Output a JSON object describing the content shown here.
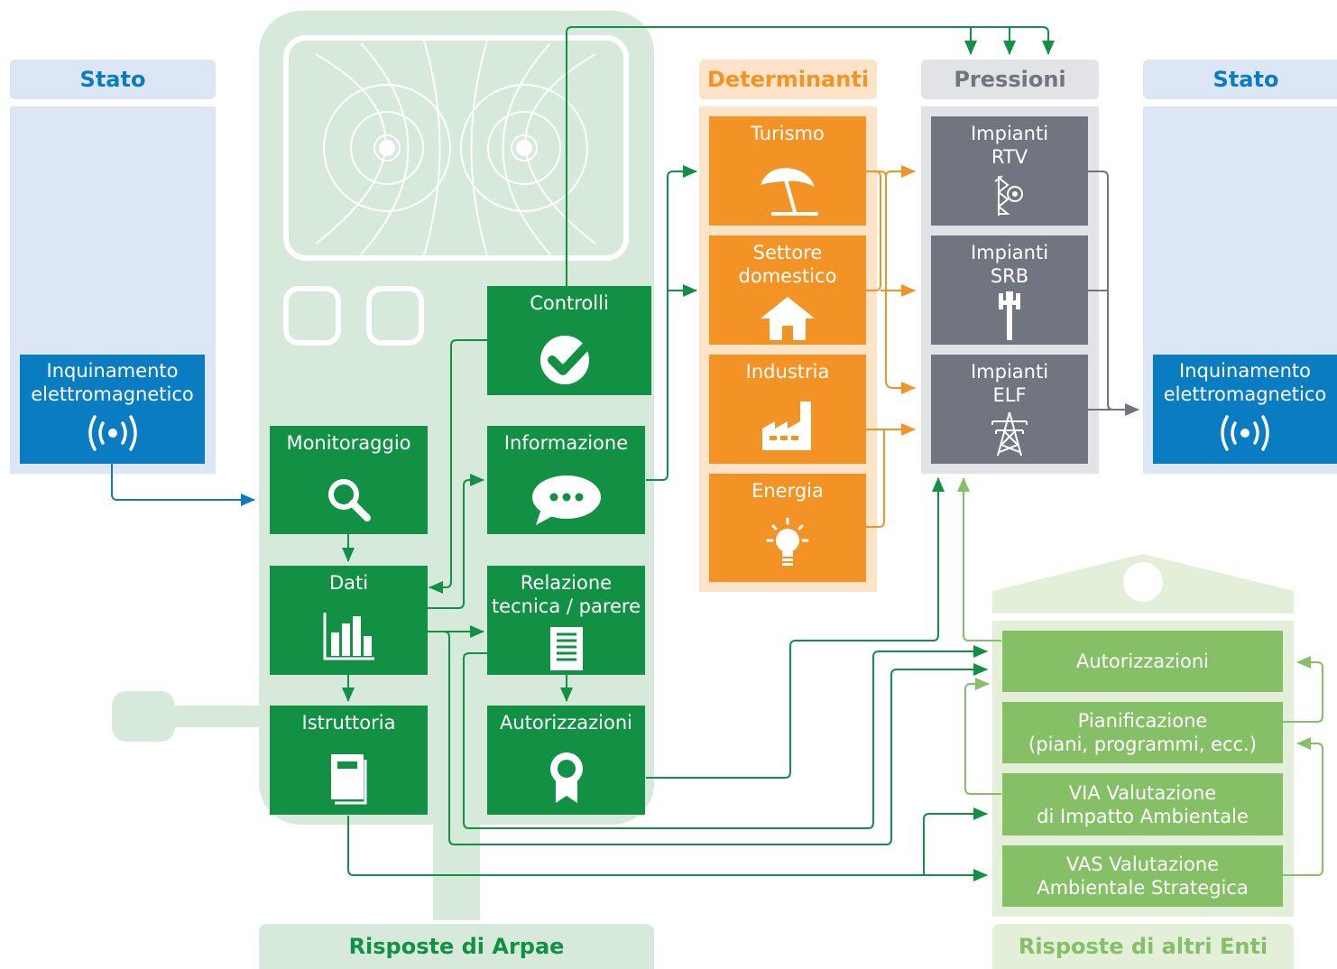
{
  "left_state": {
    "header": "Stato",
    "box": "Inquinamento\nelettromagnetico"
  },
  "right_state": {
    "header": "Stato",
    "box": "Inquinamento\nelettromagnetico"
  },
  "arpae": {
    "footer": "Risposte di Arpae",
    "monitoraggio": "Monitoraggio",
    "dati": "Dati",
    "istruttoria": "Istruttoria",
    "controlli": "Controlli",
    "informazione": "Informazione",
    "relazione": "Relazione\ntecnica / parere",
    "autorizzazioni": "Autorizzazioni"
  },
  "determinanti": {
    "header": "Determinanti",
    "turismo": "Turismo",
    "domestico": "Settore\ndomestico",
    "industria": "Industria",
    "energia": "Energia"
  },
  "pressioni": {
    "header": "Pressioni",
    "rtv": "Impianti\nRTV",
    "srb": "Impianti\nSRB",
    "elf": "Impianti\nELF"
  },
  "altri_enti": {
    "footer": "Risposte di altri Enti",
    "autorizzazioni": "Autorizzazioni",
    "pianificazione": "Pianificazione\n(piani, programmi, ecc.)",
    "via": "VIA Valutazione\ndi Impatto Ambientale",
    "vas": "VAS Valutazione\nAmbientale Strategica"
  },
  "colors": {
    "state_blue": "#0a7cc1",
    "state_panel": "#dde6f4",
    "arpae_green": "#129144",
    "arpae_panel": "#d6e9db",
    "orange": "#f39325",
    "orange_panel": "#fde3c8",
    "grey": "#707580",
    "grey_panel": "#e2e3e6",
    "light_green": "#85bf66",
    "light_green_panel": "#e3efd9"
  }
}
